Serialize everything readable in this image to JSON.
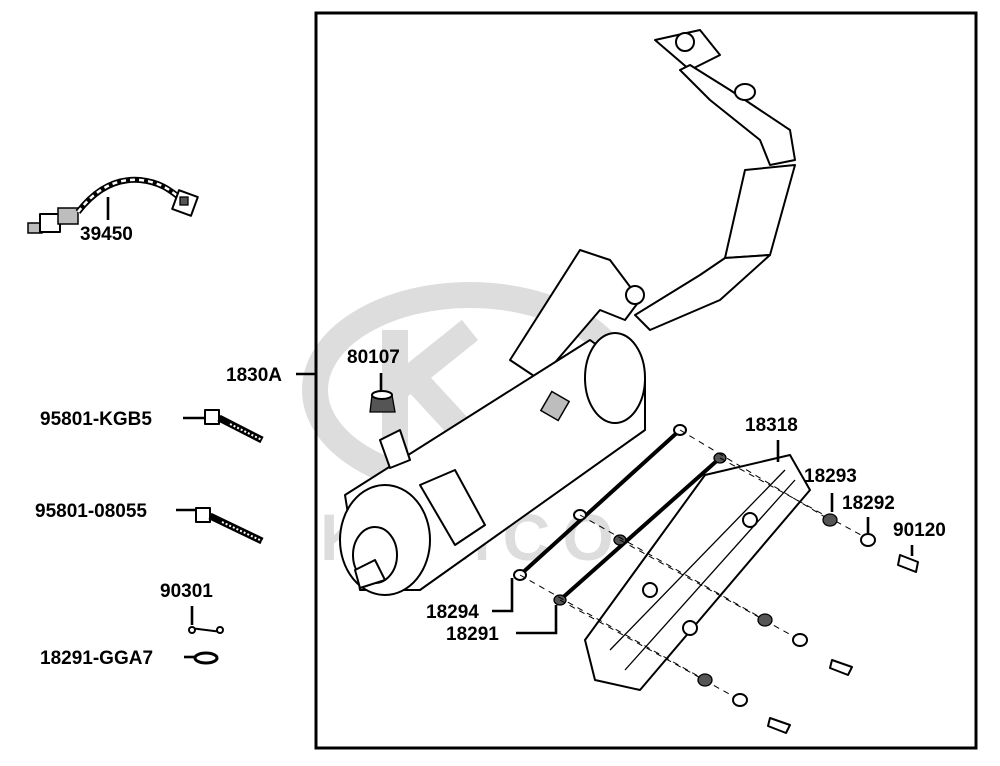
{
  "watermark": {
    "text": "KYMCO"
  },
  "parts": [
    {
      "id": "p39450",
      "number": "39450"
    },
    {
      "id": "p1830A",
      "number": "1830A"
    },
    {
      "id": "p80107",
      "number": "80107"
    },
    {
      "id": "p95801KGB5",
      "number": "95801-KGB5"
    },
    {
      "id": "p95801_08055",
      "number": "95801-08055"
    },
    {
      "id": "p90301",
      "number": "90301"
    },
    {
      "id": "p18291GGA7",
      "number": "18291-GGA7"
    },
    {
      "id": "p18318",
      "number": "18318"
    },
    {
      "id": "p18293",
      "number": "18293"
    },
    {
      "id": "p18292",
      "number": "18292"
    },
    {
      "id": "p90120",
      "number": "90120"
    },
    {
      "id": "p18294",
      "number": "18294"
    },
    {
      "id": "p18291",
      "number": "18291"
    }
  ]
}
